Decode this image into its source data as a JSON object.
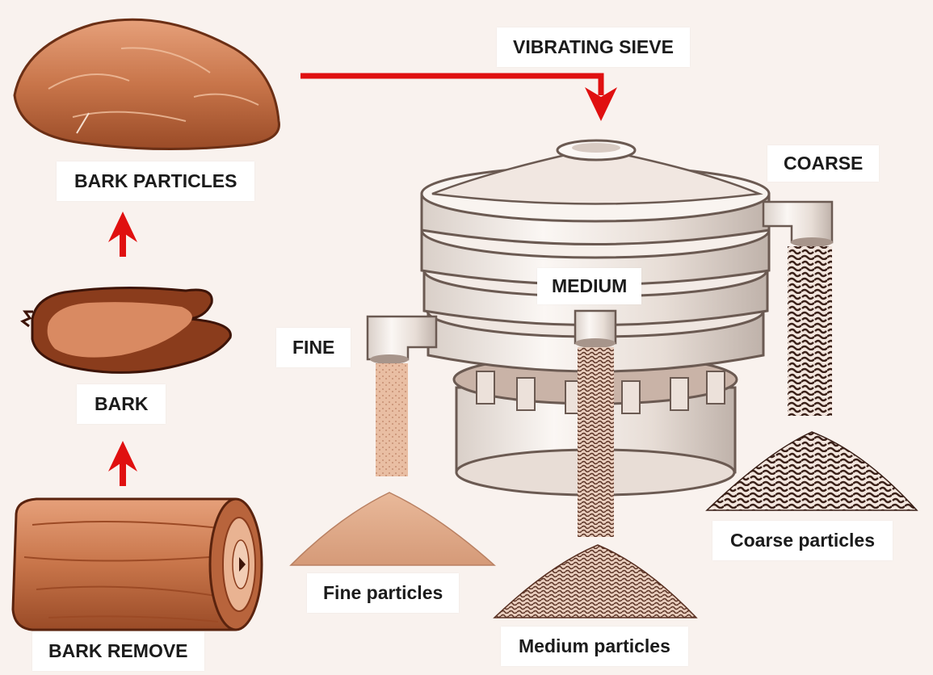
{
  "labels": {
    "vibrating_sieve": "VIBRATING SIEVE",
    "bark_particles": "BARK PARTICLES",
    "bark": "BARK",
    "bark_remove": "BARK REMOVE",
    "coarse": "COARSE",
    "medium": "MEDIUM",
    "fine": "FINE",
    "fine_particles": "Fine particles",
    "medium_particles": "Medium particles",
    "coarse_particles": "Coarse particles"
  },
  "colors": {
    "arrow": "#e01010",
    "wood_light": "#d9875a",
    "wood_dark": "#7a3a1c",
    "background": "#f9f2ee"
  }
}
